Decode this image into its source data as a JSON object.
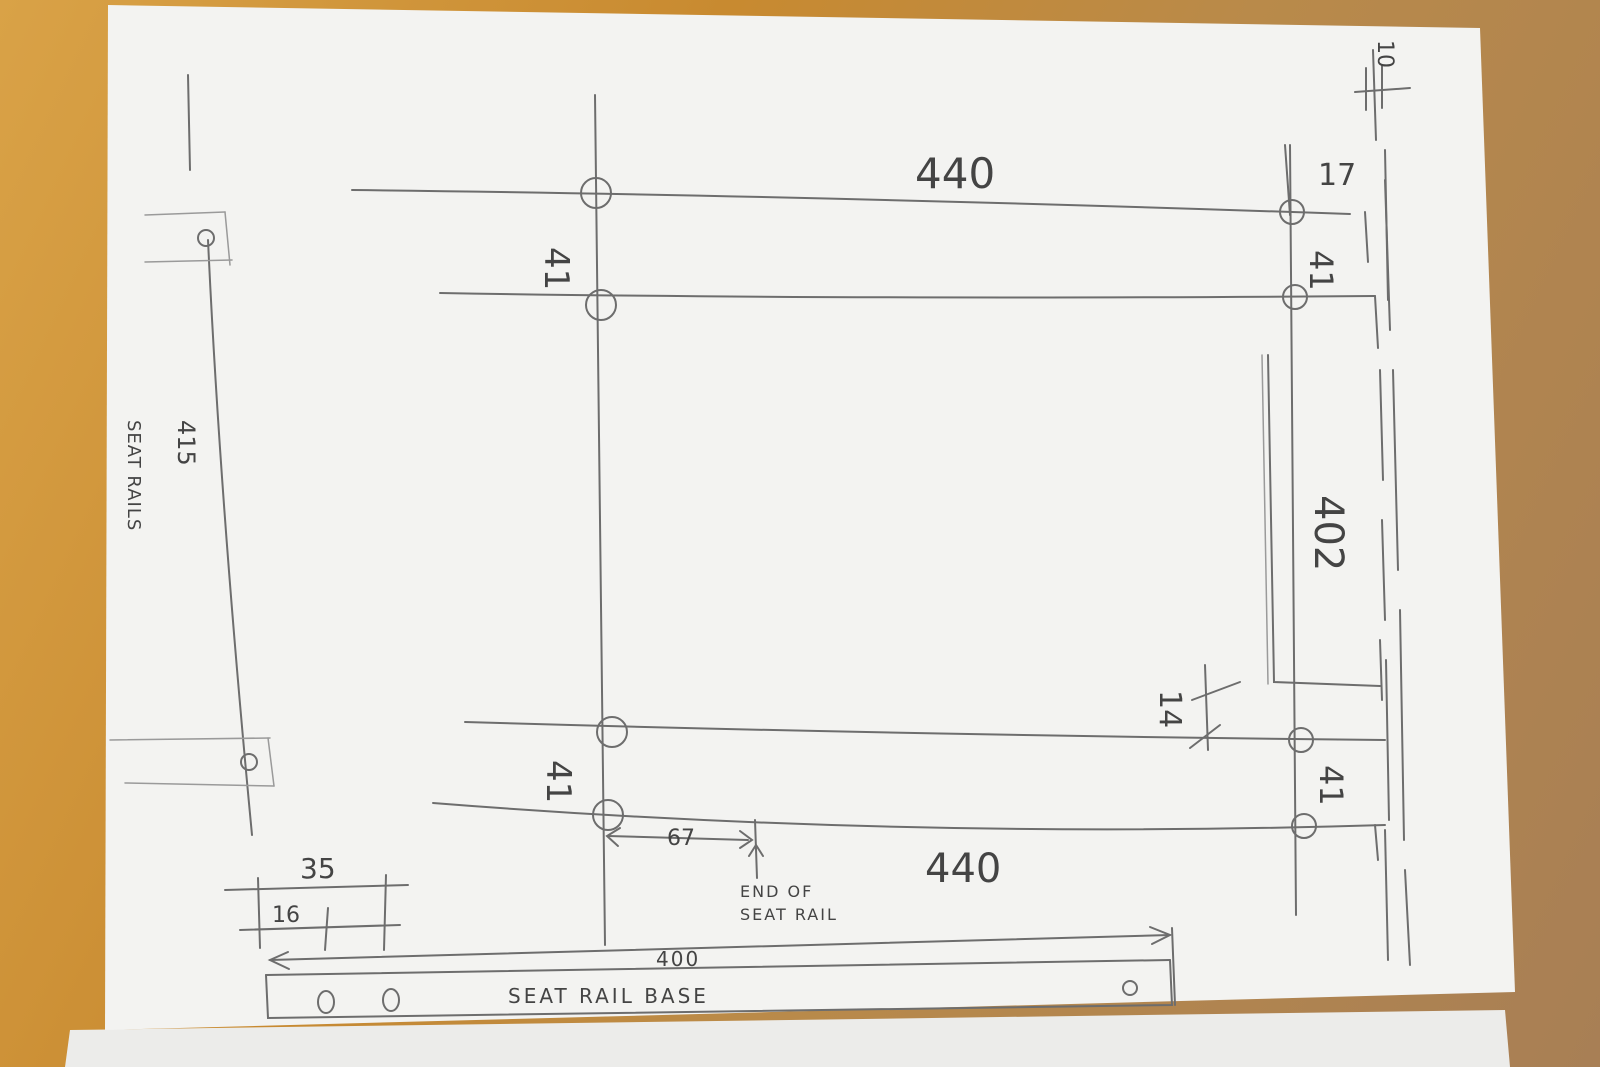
{
  "colors": {
    "paper": "#f3f3f1",
    "pencil": "#6d6d6d",
    "table": "#c88a30"
  },
  "labels": {
    "top_length": "440",
    "bottom_length": "440",
    "spacing_left_top": "41",
    "spacing_right_top": "41",
    "spacing_left_bottom": "41",
    "spacing_right_bottom": "41",
    "right_height": "402",
    "top_offset": "17",
    "corner_gap": "10",
    "notch": "14",
    "side_rail_length": "415",
    "side_rail_caption": "SEAT RAILS",
    "offset_67": "67",
    "end_note_line1": "END OF",
    "end_note_line2": "SEAT RAIL",
    "base_width": "35",
    "base_hole_offset": "16",
    "base_length": "400",
    "base_caption": "SEAT RAIL BASE"
  }
}
